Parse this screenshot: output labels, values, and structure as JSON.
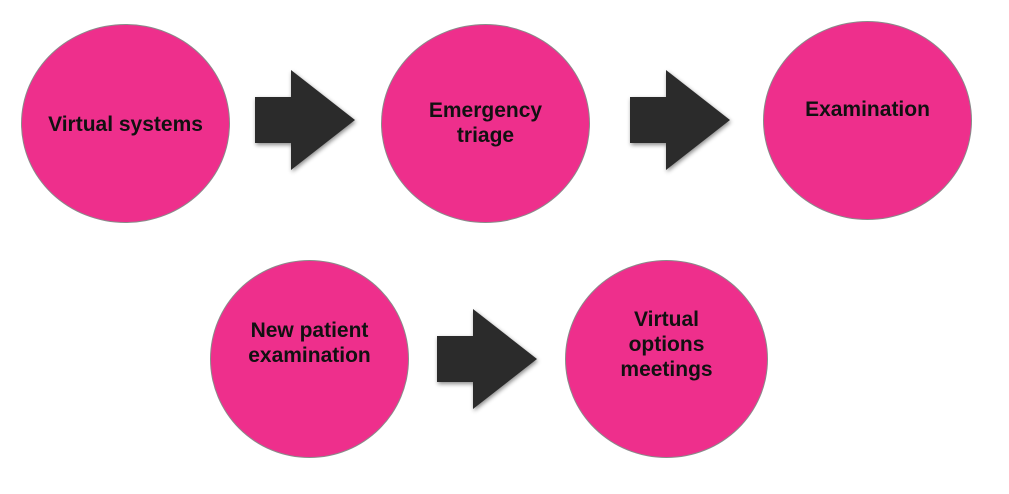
{
  "diagram": {
    "nodes": [
      {
        "id": "virtual-systems",
        "label": "Virtual systems"
      },
      {
        "id": "emergency-triage",
        "label": "Emergency\ntriage"
      },
      {
        "id": "examination",
        "label": "Examination"
      },
      {
        "id": "new-patient-examination",
        "label": "New patient\nexamination"
      },
      {
        "id": "virtual-options-meetings",
        "label": "Virtual\noptions\nmeetings"
      }
    ],
    "edges": [
      {
        "from": "virtual-systems",
        "to": "emergency-triage"
      },
      {
        "from": "emergency-triage",
        "to": "examination"
      },
      {
        "from": "new-patient-examination",
        "to": "virtual-options-meetings"
      }
    ],
    "colors": {
      "node_fill": "#ee2f8c",
      "node_border": "#8a8a8a",
      "arrow": "#2b2b2b",
      "text": "#111111"
    }
  }
}
